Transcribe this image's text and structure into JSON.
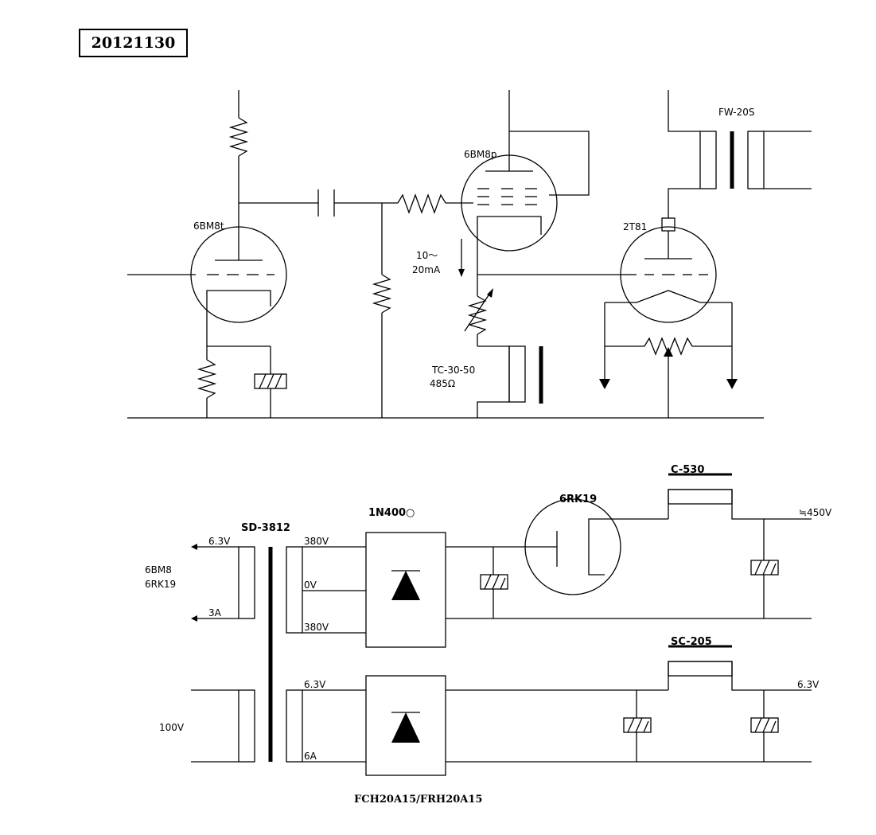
{
  "date_box": "20121130",
  "amp": {
    "tube_v1": "6BM8t",
    "tube_v2": "6BM8p",
    "tube_v3": "2T81",
    "output_transformer": "FW-20S",
    "choke": "TC-30-50",
    "choke_resistance": "485Ω",
    "current_line1": "10～",
    "current_line2": "20mA"
  },
  "psu": {
    "power_transformer": "SD-3812",
    "rect_diode": "1N400○",
    "rect_tube": "6RK19",
    "choke_hv": "C-530",
    "choke_lv": "SC-205",
    "hv_out": "≒450V",
    "lv_out": "6.3V",
    "heater_v": "6.3V",
    "heater_a": "3A",
    "heater_tube1": "6BM8",
    "heater_tube2": "6RK19",
    "sec_top": "380V",
    "sec_mid": "0V",
    "sec_bot": "380V",
    "sec2_v": "6.3V",
    "sec2_a": "6A",
    "primary": "100V",
    "bridge_part": "FCH20A15/FRH20A15"
  }
}
